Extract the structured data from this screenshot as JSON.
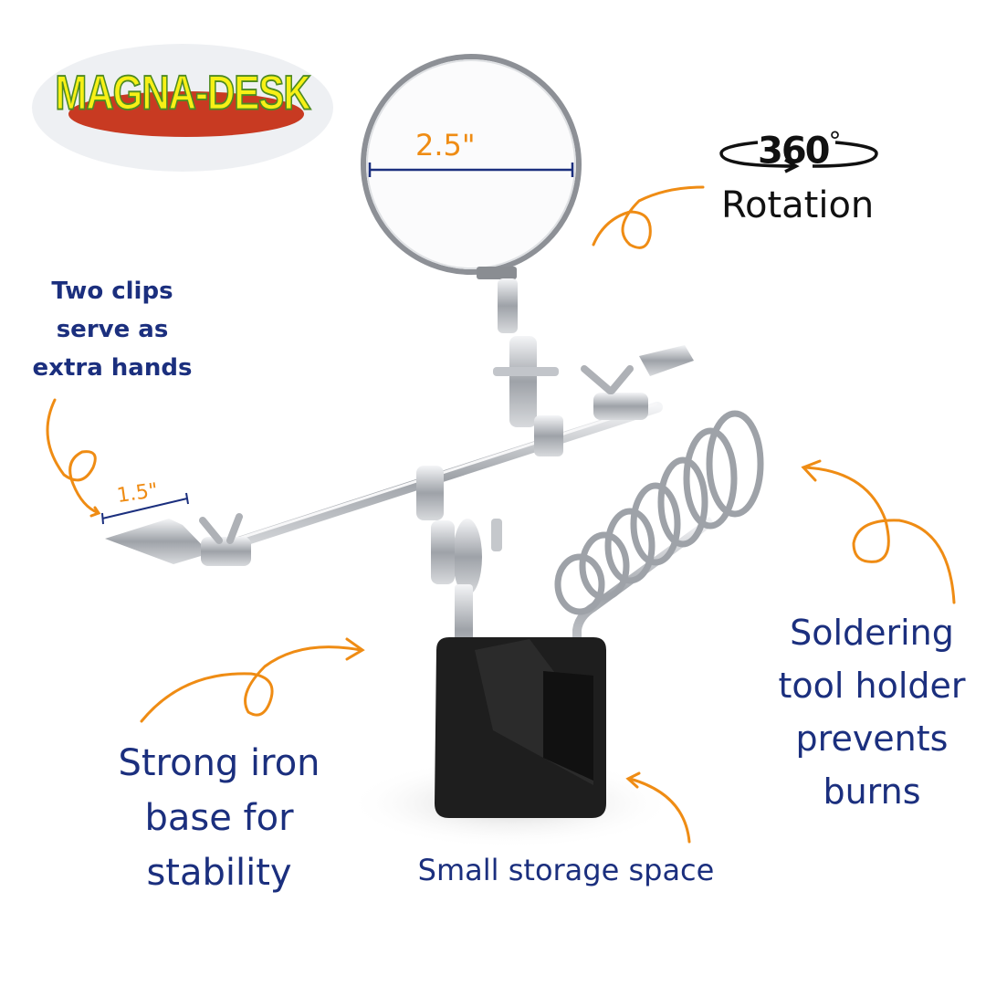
{
  "brand": {
    "logo_text": "MAGNA-DESK"
  },
  "rotation": {
    "degrees": "360",
    "degree_symbol": "°",
    "label": "Rotation"
  },
  "dimensions": {
    "magnifier_diameter": "2.5\"",
    "clip_length": "1.5\""
  },
  "callouts": {
    "clips": [
      "Two clips",
      "serve as",
      "extra hands"
    ],
    "base": [
      "Strong iron",
      "base for",
      "stability"
    ],
    "storage": "Small storage space",
    "solder_holder": [
      "Soldering",
      "tool holder",
      "prevents",
      "burns"
    ]
  },
  "colors": {
    "text_navy": "#1b2f7e",
    "accent_orange": "#ef8c14",
    "logo_yellow": "#f7f016",
    "logo_red": "#c83a22",
    "base_black": "#1e1e1e",
    "metal": "#b9bcc2"
  }
}
